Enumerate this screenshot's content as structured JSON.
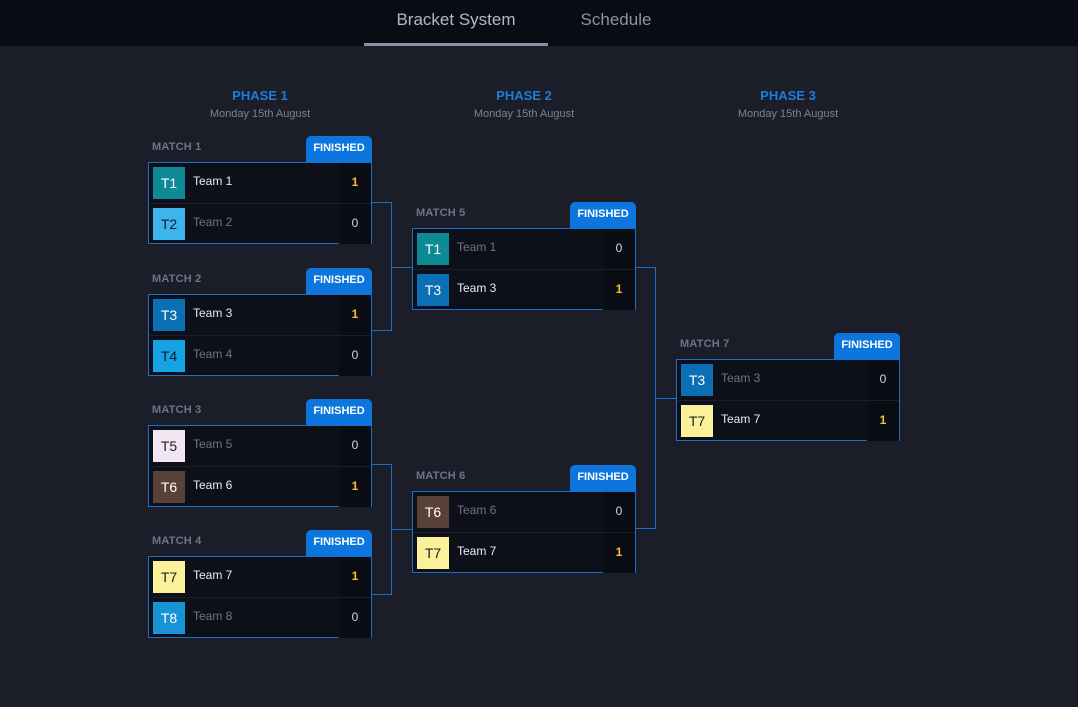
{
  "tabs": [
    {
      "label": "Bracket System",
      "active": true
    },
    {
      "label": "Schedule",
      "active": false
    }
  ],
  "phases": [
    {
      "title": "PHASE 1",
      "date": "Monday 15th August"
    },
    {
      "title": "PHASE 2",
      "date": "Monday 15th August"
    },
    {
      "title": "PHASE 3",
      "date": "Monday 15th August"
    }
  ],
  "colors": {
    "accent": "#0c76de",
    "winner_score": "#f2c12e",
    "connector": "#1a6fca"
  },
  "teams": {
    "T1": {
      "name": "Team 1",
      "color": "#0e8a96",
      "text": "#ffffff"
    },
    "T2": {
      "name": "Team 2",
      "color": "#3fb4ec",
      "text": "#0b1a2b"
    },
    "T3": {
      "name": "Team 3",
      "color": "#0a6fb3",
      "text": "#ffffff"
    },
    "T4": {
      "name": "Team 4",
      "color": "#16a3e6",
      "text": "#0b1a2b"
    },
    "T5": {
      "name": "Team 5",
      "color": "#f3e6f3",
      "text": "#222222"
    },
    "T6": {
      "name": "Team 6",
      "color": "#5a4138",
      "text": "#ffffff"
    },
    "T7": {
      "name": "Team 7",
      "color": "#fbf19a",
      "text": "#222222"
    },
    "T8": {
      "name": "Team 8",
      "color": "#1894d6",
      "text": "#ffffff"
    }
  },
  "matches": [
    {
      "label": "MATCH 1",
      "status": "FINISHED",
      "rows": [
        {
          "code": "T1",
          "name": "Team 1",
          "score": "1",
          "winner": true
        },
        {
          "code": "T2",
          "name": "Team 2",
          "score": "0",
          "winner": false
        }
      ]
    },
    {
      "label": "MATCH 2",
      "status": "FINISHED",
      "rows": [
        {
          "code": "T3",
          "name": "Team 3",
          "score": "1",
          "winner": true
        },
        {
          "code": "T4",
          "name": "Team 4",
          "score": "0",
          "winner": false
        }
      ]
    },
    {
      "label": "MATCH 3",
      "status": "FINISHED",
      "rows": [
        {
          "code": "T5",
          "name": "Team 5",
          "score": "0",
          "winner": false
        },
        {
          "code": "T6",
          "name": "Team 6",
          "score": "1",
          "winner": true
        }
      ]
    },
    {
      "label": "MATCH 4",
      "status": "FINISHED",
      "rows": [
        {
          "code": "T7",
          "name": "Team 7",
          "score": "1",
          "winner": true
        },
        {
          "code": "T8",
          "name": "Team 8",
          "score": "0",
          "winner": false
        }
      ]
    },
    {
      "label": "MATCH 5",
      "status": "FINISHED",
      "rows": [
        {
          "code": "T1",
          "name": "Team 1",
          "score": "0",
          "winner": false
        },
        {
          "code": "T3",
          "name": "Team 3",
          "score": "1",
          "winner": true
        }
      ]
    },
    {
      "label": "MATCH 6",
      "status": "FINISHED",
      "rows": [
        {
          "code": "T6",
          "name": "Team 6",
          "score": "0",
          "winner": false
        },
        {
          "code": "T7",
          "name": "Team 7",
          "score": "1",
          "winner": true
        }
      ]
    },
    {
      "label": "MATCH 7",
      "status": "FINISHED",
      "rows": [
        {
          "code": "T3",
          "name": "Team 3",
          "score": "0",
          "winner": false
        },
        {
          "code": "T7",
          "name": "Team 7",
          "score": "1",
          "winner": true
        }
      ]
    }
  ]
}
